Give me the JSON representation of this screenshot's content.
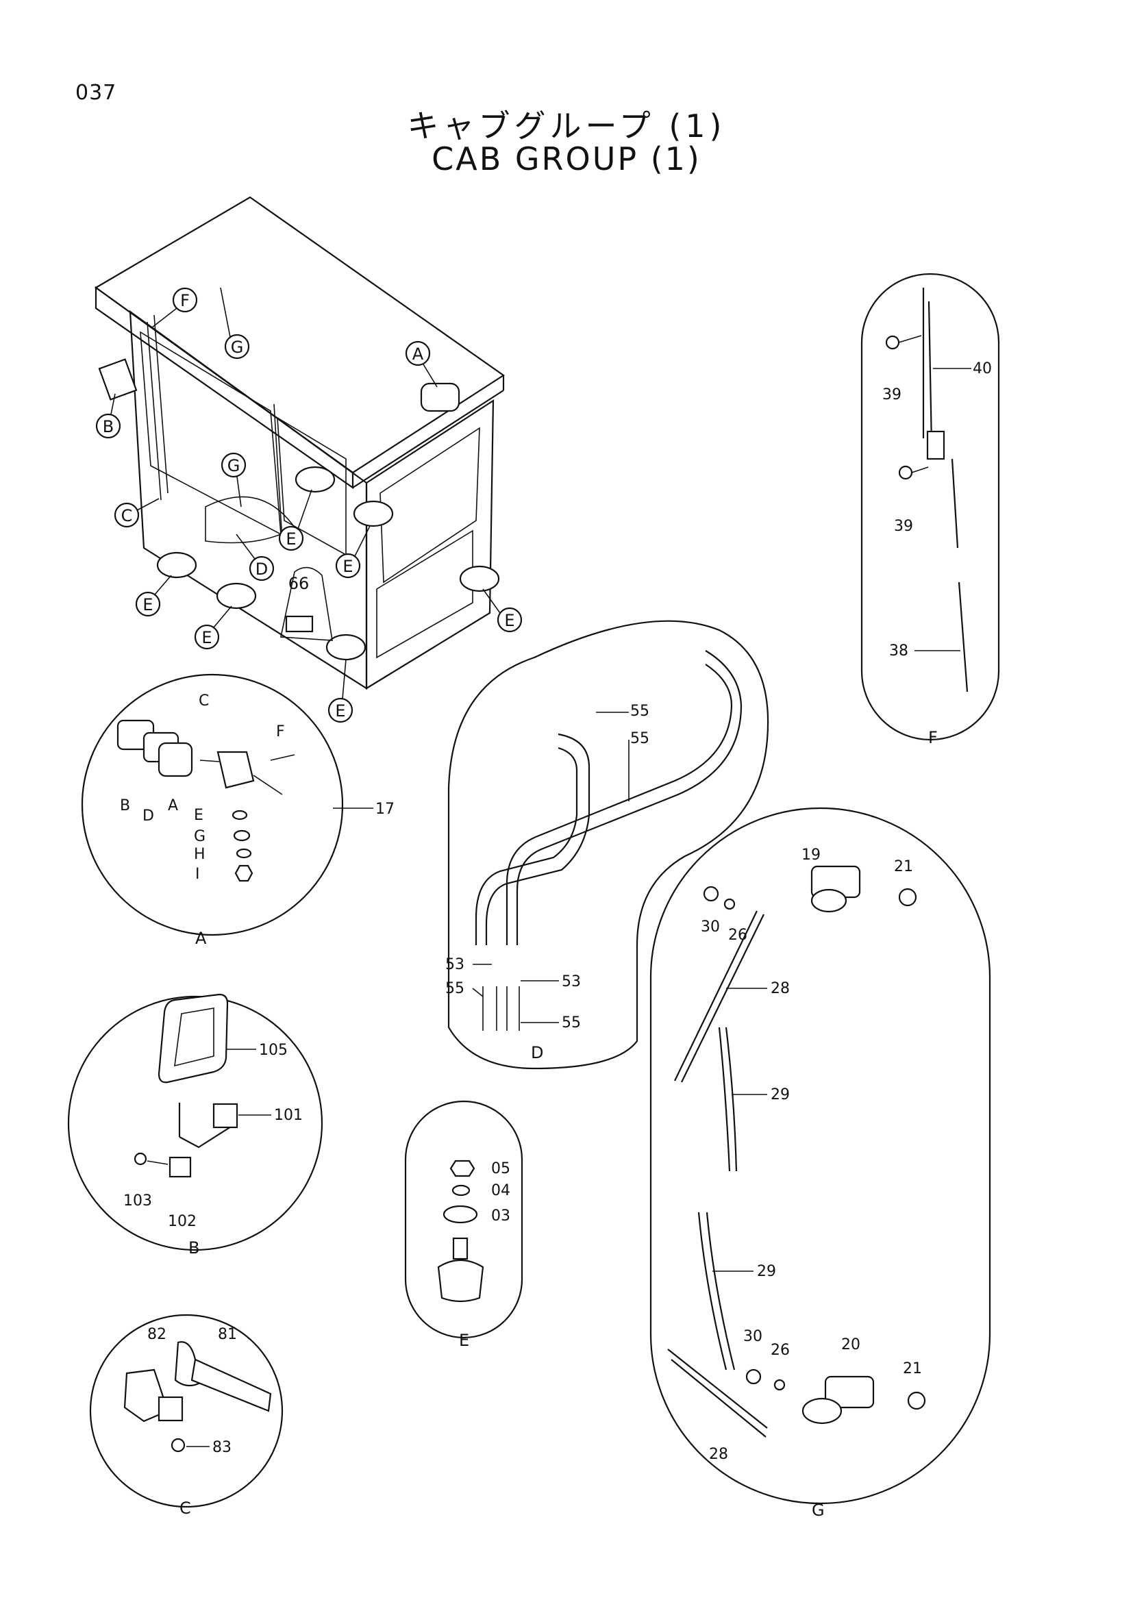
{
  "page": {
    "number": "037"
  },
  "title": {
    "japanese": "キャブグループ (1)",
    "english": "CAB GROUP (1)"
  },
  "cab_callouts": [
    "F",
    "G",
    "A",
    "B",
    "G",
    "C",
    "D",
    "E",
    "E",
    "E",
    "E",
    "E",
    "E",
    "E",
    "66"
  ],
  "groups": {
    "A": {
      "label": "A",
      "part": "17",
      "letters": [
        "C",
        "F",
        "B",
        "D",
        "A",
        "E",
        "G",
        "H",
        "I"
      ]
    },
    "B": {
      "label": "B",
      "parts": [
        "105",
        "101",
        "103",
        "102"
      ]
    },
    "C": {
      "label": "C",
      "parts": [
        "82",
        "81",
        "83"
      ]
    },
    "D": {
      "label": "D",
      "parts": [
        "55",
        "55",
        "53",
        "53",
        "55",
        "55"
      ]
    },
    "E": {
      "label": "E",
      "parts": [
        "05",
        "04",
        "03"
      ]
    },
    "F": {
      "label": "F",
      "parts": [
        "40",
        "39",
        "39",
        "38"
      ]
    },
    "G": {
      "label": "G",
      "parts": [
        "19",
        "21",
        "30",
        "26",
        "28",
        "29",
        "29",
        "30",
        "26",
        "20",
        "21",
        "28"
      ]
    }
  }
}
